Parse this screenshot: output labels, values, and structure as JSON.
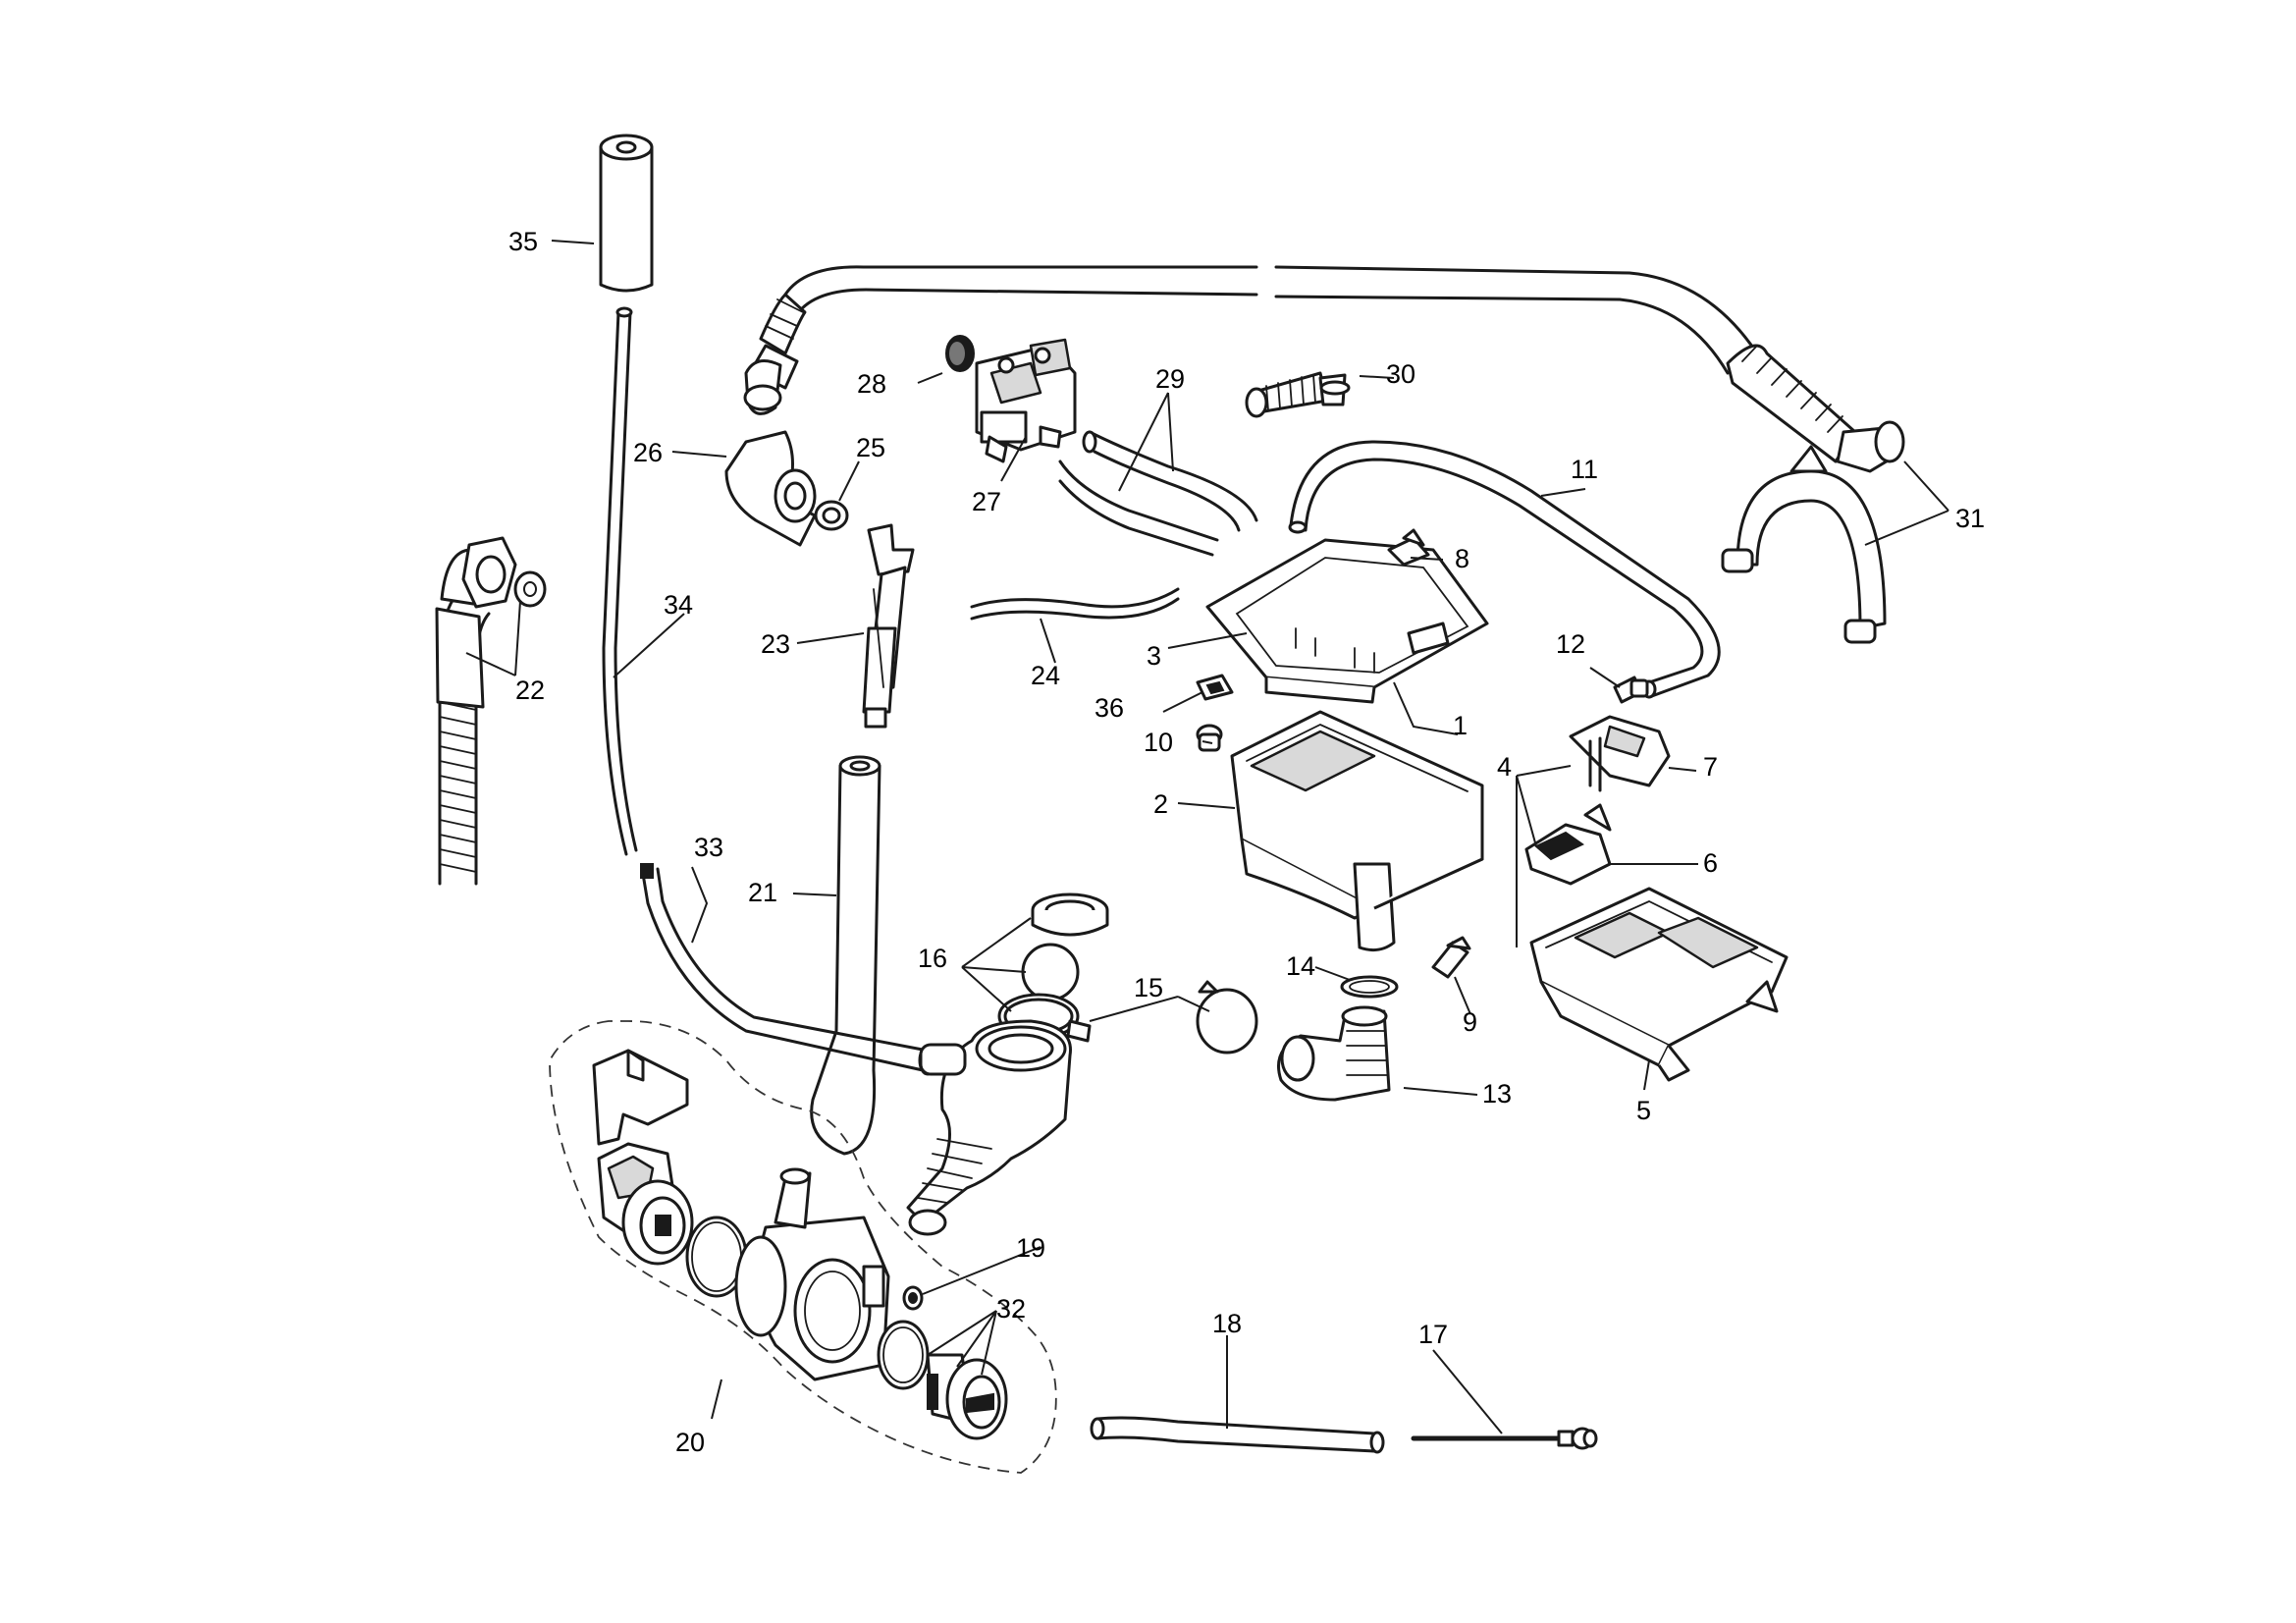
{
  "labels": {
    "1": "1",
    "2": "2",
    "3": "3",
    "4": "4",
    "5": "5",
    "6": "6",
    "7": "7",
    "8": "8",
    "9": "9",
    "10": "10",
    "11": "11",
    "12": "12",
    "13": "13",
    "14": "14",
    "15": "15",
    "16": "16",
    "17": "17",
    "18": "18",
    "19": "19",
    "20": "20",
    "21": "21",
    "22": "22",
    "23": "23",
    "24": "24",
    "25": "25",
    "26": "26",
    "27": "27",
    "28": "28",
    "29": "29",
    "30": "30",
    "31": "31",
    "32": "32",
    "33": "33",
    "34": "34",
    "35": "35",
    "36": "36"
  },
  "colors": {
    "line": "#1a1a1a",
    "fill": "#d9d9d9",
    "background": "#ffffff"
  }
}
